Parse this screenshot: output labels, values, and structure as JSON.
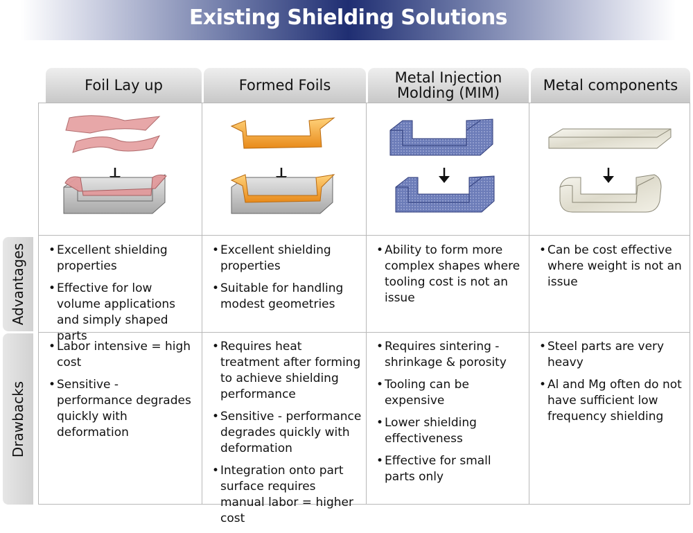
{
  "title": "Existing Shielding Solutions",
  "columns": [
    {
      "label": "Foil Lay up"
    },
    {
      "label": "Formed Foils"
    },
    {
      "label_line1": "Metal Injection",
      "label_line2": "Molding (MIM)"
    },
    {
      "label": "Metal components"
    }
  ],
  "rows": {
    "advantages": "Advantages",
    "drawbacks": "Drawbacks"
  },
  "advantages": [
    [
      "Excellent shielding properties",
      "Effective for low volume applications and simply shaped parts"
    ],
    [
      "Excellent shielding properties",
      "Suitable for handling modest geometries"
    ],
    [
      "Ability to form more complex shapes where tooling cost is not an issue"
    ],
    [
      "Can be cost effective where weight is not an issue"
    ]
  ],
  "drawbacks": [
    [
      "Labor intensive = high cost",
      "Sensitive - performance degrades quickly with deformation"
    ],
    [
      "Requires heat treatment after forming to achieve shielding performance",
      "Sensitive - performance degrades quickly with deformation",
      "Integration onto part surface requires manual labor = higher cost"
    ],
    [
      "Requires sintering - shrinkage & porosity",
      "Tooling can be expensive",
      "Lower shielding effectiveness",
      "Effective for small parts only"
    ],
    [
      "Steel parts are very heavy",
      "Al and Mg often do not have sufficient low frequency shielding"
    ]
  ],
  "colors": {
    "banner": "#1f2e72",
    "foil": "#e29a9c",
    "formed": "#f2a533",
    "mim": "#5a6aa8",
    "metal": "#e8e6dc",
    "tray": "#c8c8c8"
  }
}
